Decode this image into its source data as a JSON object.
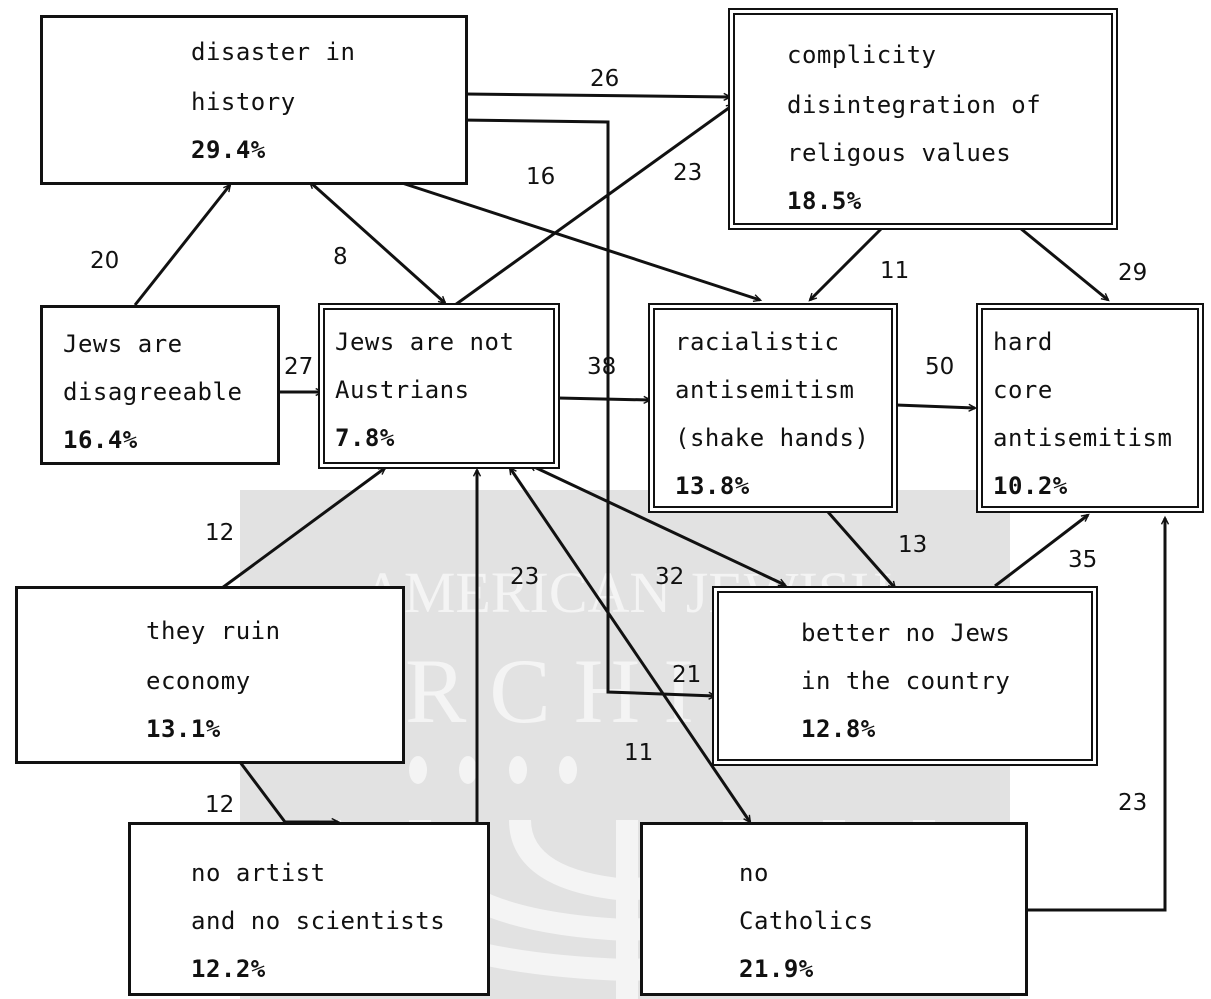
{
  "watermark": {
    "line1": "AMERICAN JEWISH",
    "line2": "A R C H I V E S"
  },
  "nodes": {
    "disaster": {
      "lines": [
        "disaster in",
        "history"
      ],
      "pct": "29.4%"
    },
    "complicity": {
      "lines": [
        "complicity",
        "disintegration of",
        "religous values"
      ],
      "pct": "18.5%"
    },
    "disagreeable": {
      "lines": [
        "Jews are",
        "disagreeable"
      ],
      "pct": "16.4%"
    },
    "not_austrians": {
      "lines": [
        "Jews are not",
        "Austrians"
      ],
      "pct": "7.8%"
    },
    "racialistic": {
      "lines": [
        "racialistic",
        "antisemitism",
        "(shake hands)"
      ],
      "pct": "13.8%"
    },
    "hardcore": {
      "lines": [
        "hard",
        "core",
        "antisemitism"
      ],
      "pct": "10.2%"
    },
    "ruin_economy": {
      "lines": [
        "they ruin",
        "economy"
      ],
      "pct": "13.1%"
    },
    "better_no_jews": {
      "lines": [
        "better no Jews",
        "in the country"
      ],
      "pct": "12.8%"
    },
    "no_artist": {
      "lines": [
        "no artist",
        "and no scientists"
      ],
      "pct": "12.2%"
    },
    "no_catholics": {
      "lines": [
        "no",
        "Catholics"
      ],
      "pct": "21.9%"
    }
  },
  "edges": [
    {
      "from": "disaster",
      "to": "complicity",
      "weight": "26"
    },
    {
      "from": "disaster",
      "to": "better_no_jews",
      "weight": "21"
    },
    {
      "from": "disaster",
      "to": "racialistic",
      "weight": "16"
    },
    {
      "from": "not_austrians",
      "to": "complicity",
      "weight": "23"
    },
    {
      "from": "disagreeable",
      "to": "disaster",
      "weight": "20"
    },
    {
      "from": "disaster",
      "to": "not_austrians",
      "weight": "8"
    },
    {
      "from": "complicity",
      "to": "racialistic",
      "weight": "11"
    },
    {
      "from": "complicity",
      "to": "hardcore",
      "weight": "29"
    },
    {
      "from": "disagreeable",
      "to": "not_austrians",
      "weight": "27"
    },
    {
      "from": "not_austrians",
      "to": "racialistic",
      "weight": "38"
    },
    {
      "from": "racialistic",
      "to": "hardcore",
      "weight": "50"
    },
    {
      "from": "ruin_economy",
      "to": "not_austrians",
      "weight": "12"
    },
    {
      "from": "no_artist",
      "to": "not_austrians",
      "weight": "23"
    },
    {
      "from": "not_austrians",
      "to": "better_no_jews",
      "weight": "32"
    },
    {
      "from": "racialistic",
      "to": "better_no_jews",
      "weight": "13"
    },
    {
      "from": "better_no_jews",
      "to": "hardcore",
      "weight": "35"
    },
    {
      "from": "ruin_economy",
      "to": "no_artist",
      "weight": "12"
    },
    {
      "from": "not_austrians",
      "to": "no_catholics",
      "weight": "11"
    },
    {
      "from": "no_catholics",
      "to": "hardcore",
      "weight": "23"
    }
  ]
}
